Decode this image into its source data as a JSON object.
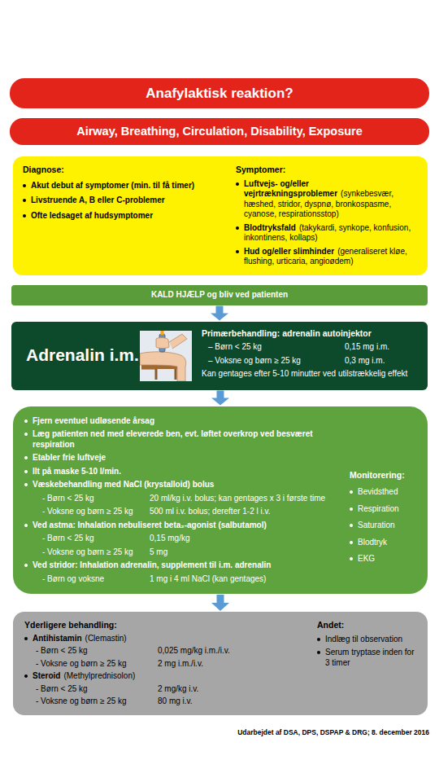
{
  "diagram": {
    "nodes": [
      {
        "text": [
          "Anafylaktisk reaktion?"
        ]
      },
      {
        "text": [
          "Airway, Breathing, Circulation, Disability, Exposure"
        ]
      },
      {
        "text": [
          "Diagnose:",
          "Akut debut af symptomer (min. til få timer)",
          "Livstruende A, B eller C-problemer",
          "Ofte ledsaget af hudsymptomer",
          "Symptomer:",
          "Luftvejs- og/eller vejrtrækningsproblemer",
          "(synkebesvær, hæshed, stridor, dyspnø, bronkospasme, cyanose, respirationsstop)",
          "Blodtryksfald",
          "(takykardi, synkope, konfusion, inkontinens, kollaps)",
          "Hud og/eller slimhinder",
          "(generaliseret kløe, flushing, urticaria, angioødem)"
        ]
      },
      {
        "text": [
          "KALD HJÆLP og bliv ved patienten"
        ]
      },
      {
        "text": [
          "Adrenalin i.m.",
          "Primærbehandling: adrenalin autoinjektor",
          "– Børn < 25 kg",
          "0,15 mg i.m.",
          "– Voksne og børn ≥ 25 kg",
          "0,3 mg i.m.",
          "Kan gentages efter 5-10 minutter ved utilstrækkelig effekt"
        ]
      },
      {
        "text": [
          "Fjern eventuel udløsende årsag",
          "Læg patienten ned med eleverede ben, evt. løftet overkrop ved besværet respiration",
          "Etabler frie luftveje",
          "Ilt på maske 5-10 l/min.",
          "Væskebehandling med NaCl (krystalloid) bolus",
          "- Børn < 25 kg",
          "20 ml/kg i.v. bolus; kan gentages x 3 i første time",
          "- Voksne og børn ≥ 25 kg",
          "500 ml i.v. bolus; derefter 1-2 l i.v.",
          "Ved astma: Inhalation nebuliseret beta₂-agonist (salbutamol)",
          "- Børn < 25 kg",
          "0,15 mg/kg",
          "- Voksne og børn ≥ 25 kg",
          "5 mg",
          "Ved stridor: Inhalation adrenalin, supplement til i.m. adrenalin",
          "- Børn og voksne",
          "1 mg i 4 ml NaCl (kan gentages)",
          "Monitorering:",
          "Bevidsthed",
          "Respiration",
          "Saturation",
          "Blodtryk",
          "EKG"
        ]
      },
      {
        "text": [
          "Yderligere behandling:",
          "Antihistamin",
          "(Clemastin)",
          "- Børn < 25 kg",
          "0,025 mg/kg i.m./i.v.",
          "- Voksne og børn ≥ 25 kg",
          "2 mg i.m./i.v.",
          "Steroid",
          "(Methylprednisolon)",
          "- Børn < 25 kg",
          "2 mg/kg i.v.",
          "- Voksne og børn ≥ 25 kg",
          "80 mg i.v.",
          "Andet:",
          "Indlæg til observation",
          "Serum tryptase inden for 3 timer"
        ]
      }
    ],
    "edges": [
      {
        "from": 3,
        "to": 4,
        "arrow": "to"
      },
      {
        "from": 4,
        "to": 5,
        "arrow": "to"
      },
      {
        "from": 5,
        "to": 6,
        "arrow": "to"
      }
    ],
    "labels": [
      "Udarbejdet af DSA, DPS, DSPAP & DRG; 8. december 2016"
    ]
  }
}
